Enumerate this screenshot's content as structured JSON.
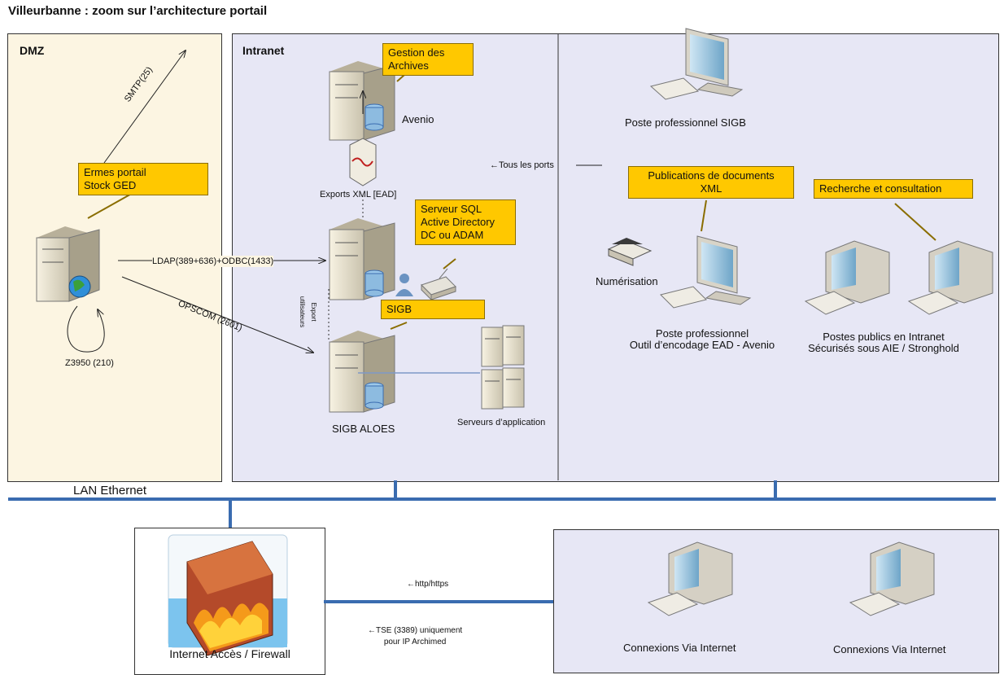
{
  "title": "Villeurbanne : zoom sur l’architecture portail",
  "zones": {
    "dmz": "DMZ",
    "intranet": "Intranet",
    "lan": "LAN Ethernet"
  },
  "callouts": {
    "ermes": "Ermes portail\nStock GED",
    "archives": "Gestion des\nArchives",
    "sql": "Serveur SQL\nActive Directory\nDC ou ADAM",
    "sigb": "SIGB",
    "publications": "Publications de documents\nXML",
    "recherche": "Recherche et consultation"
  },
  "labels": {
    "avenio": "Avenio",
    "exports_xml": "Exports XML [EAD]",
    "sigb_aloes": "SIGB ALOES",
    "serveurs_app": "Serveurs d’application",
    "poste_sigb": "Poste professionnel SIGB",
    "tous_ports": "←Tous les ports",
    "numerisation": "Numérisation",
    "poste_pro": "Poste professionnel\nOutil d’encodage EAD - Avenio",
    "postes_publics": "Postes publics en Intranet\nSécurisés sous AIE / Stronghold",
    "z3950": "Z3950 (210)",
    "smtp": "SMTP(25)",
    "ldap": "LDAP(389+636)+ODBC(1433)",
    "opscom": "OPSCOM (2601)",
    "export_users": "Export\nutilisateurs",
    "firewall": "Internet Accès / Firewall",
    "http": "←http/https",
    "tse": "←TSE (3389) uniquement\npour IP Archimed",
    "connexions1": "Connexions Via Internet",
    "connexions2": "Connexions Via Internet"
  },
  "colors": {
    "lan_line": "#3a6cb0",
    "callout": "#ffc800",
    "zone_bg": "#e7e7f5",
    "dmz_bg": "#fcf5e2"
  }
}
